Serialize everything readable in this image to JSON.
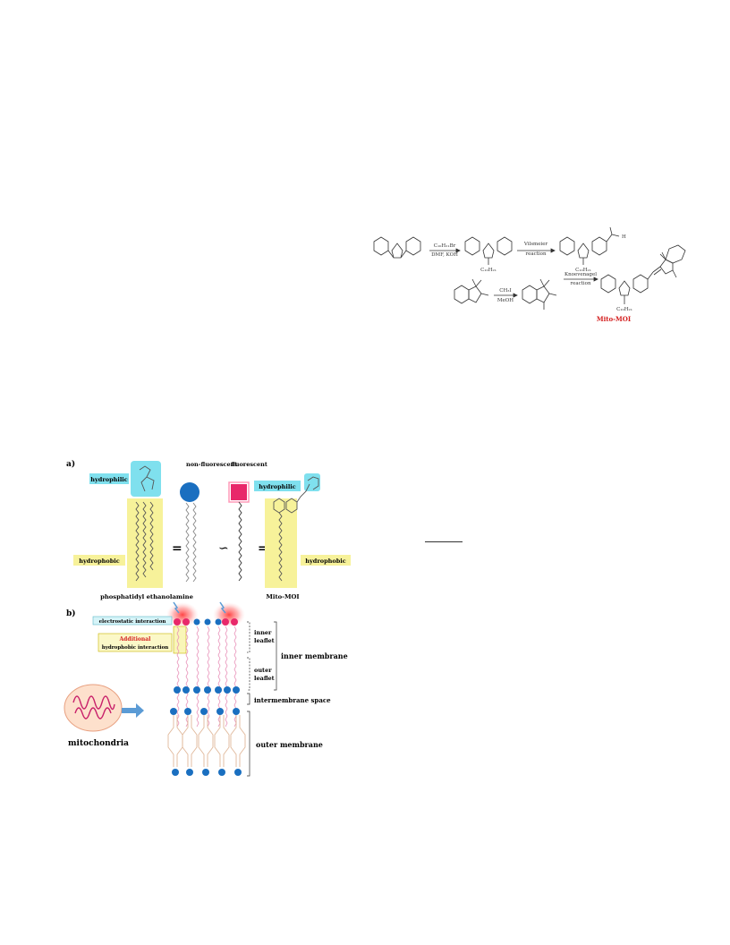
{
  "scheme": {
    "reagent_1_top": "C₁₀H₂₁Br",
    "reagent_1_bottom": "DMF, KOH",
    "reagent_2_top": "Vilsmeier",
    "reagent_2_bottom": "reaction",
    "reagent_3_top": "CH₃I",
    "reagent_3_bottom": "MeOH",
    "reagent_4_top": "Knoevenagel",
    "reagent_4_bottom": "reaction",
    "chain_label": "C₁₀H₂₁",
    "aldehyde_h": "H",
    "product_label": "Mito-MOI",
    "product_color": "#d42020"
  },
  "panel_a": {
    "label": "a)",
    "hydrophilic_left": "hydrophilic",
    "hydrophobic_left": "hydrophobic",
    "non_fluorescent": "non-fluorescent",
    "fluorescent": "fluorescent",
    "hydrophilic_right": "hydrophilic",
    "hydrophobic_right": "hydrophobic",
    "equals_1": "=",
    "similar": "∽",
    "equals_2": "=",
    "caption_left": "phosphatidyl ethanolamine",
    "caption_right": "Mito-MOI"
  },
  "panel_b": {
    "label": "b)",
    "electrostatic": "electrostatic interaction",
    "additional": "Additional",
    "hydrophobic_interaction": "hydrophobic interaction",
    "inner_leaflet_1": "inner",
    "inner_leaflet_2": "leaflet",
    "outer_leaflet_1": "outer",
    "outer_leaflet_2": "leaflet",
    "inner_membrane": "inner membrane",
    "intermembrane_space": "intermembrane space",
    "outer_membrane": "outer membrane",
    "mitochondria": "mitochondria"
  },
  "colors": {
    "hydrophilic_bg": "#7fe0ee",
    "hydrophobic_bg": "#f7f29a",
    "head_blue": "#1a6fc0",
    "head_pink": "#e8286a",
    "glow": "#ff6a6a",
    "arrow_blue": "#5b9bd5"
  }
}
